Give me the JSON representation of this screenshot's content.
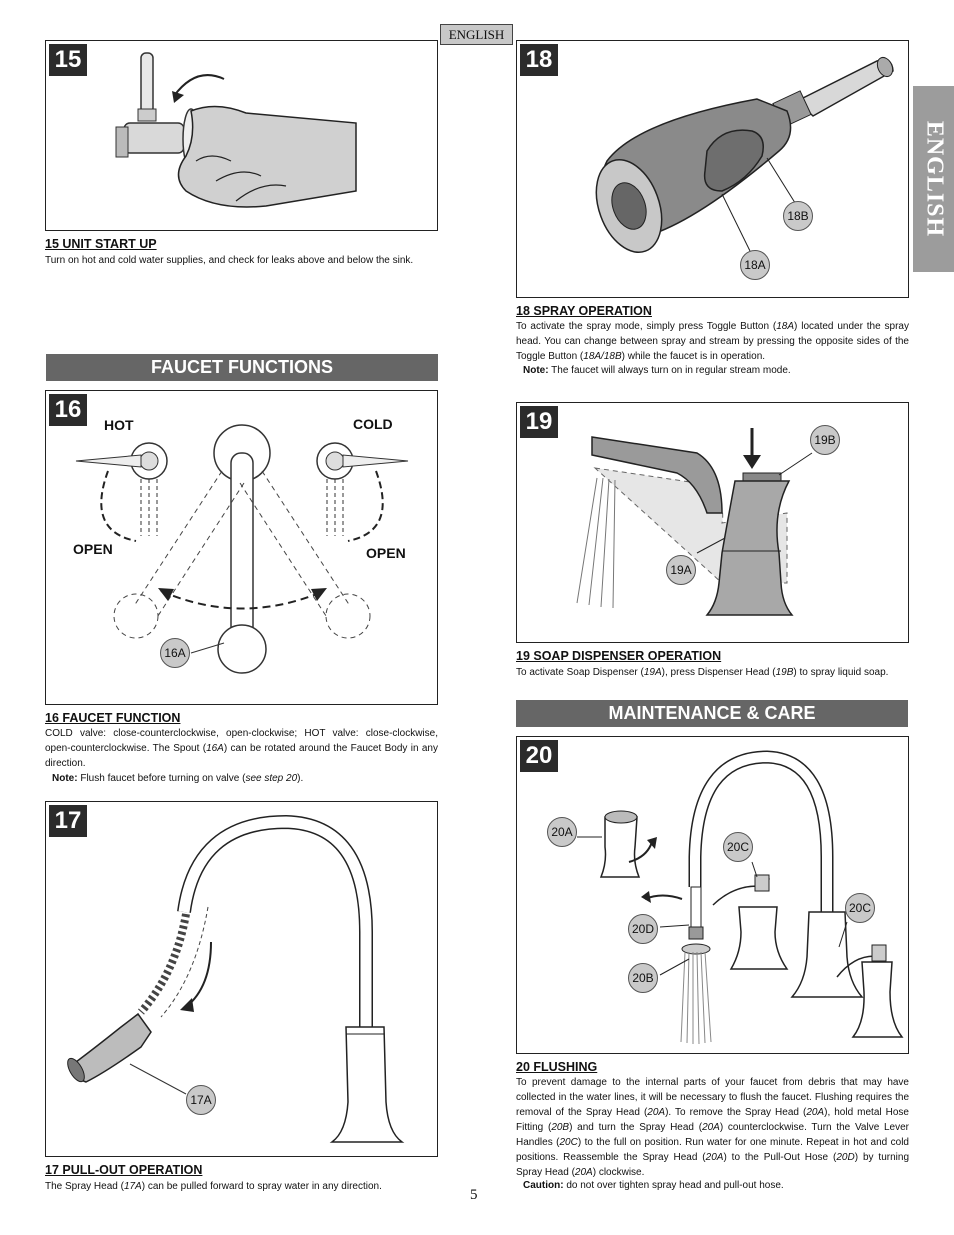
{
  "header": {
    "language_tab": "ENGLISH"
  },
  "side_tab": {
    "label": "ENGLISH"
  },
  "page_number": "5",
  "sections": {
    "faucet_functions": "FAUCET FUNCTIONS",
    "maintenance": "MAINTENANCE & CARE"
  },
  "steps": {
    "s15": {
      "num": "15",
      "title": "15  UNIT START UP",
      "text": "Turn on hot and cold water supplies, and check for leaks above and below the sink."
    },
    "s16": {
      "num": "16",
      "labels": {
        "hot": "HOT",
        "cold": "COLD",
        "open_left": "OPEN",
        "open_right": "OPEN",
        "c16a": "16A"
      },
      "title": "16  FAUCET FUNCTION",
      "text_a": "COLD valve: close-counterclockwise, open-clockwise; HOT valve: close-clockwise, open-counterclockwise. The Spout (",
      "ref": "16A",
      "text_b": ") can be rotated around the Faucet Body in any direction.",
      "note_label": "Note:",
      "note_a": " Flush faucet before turning on valve (",
      "note_ref": "see step 20",
      "note_b": ")."
    },
    "s17": {
      "num": "17",
      "labels": {
        "c17a": "17A"
      },
      "title": "17  PULL-OUT OPERATION",
      "text_a": "The Spray Head (",
      "ref": "17A",
      "text_b": ") can be pulled forward to spray water in any direction."
    },
    "s18": {
      "num": "18",
      "labels": {
        "c18a": "18A",
        "c18b": "18B"
      },
      "title": "18  SPRAY OPERATION",
      "text_a": "To activate the spray mode, simply press Toggle Button (",
      "ref1": "18A",
      "text_b": ") located under the spray head.  You can change between spray and stream by pressing the opposite sides of the Toggle Button (",
      "ref2": "18A/18B",
      "text_c": ") while the faucet is in operation.",
      "note_label": "Note:",
      "note": " The faucet will always turn on in regular stream mode."
    },
    "s19": {
      "num": "19",
      "labels": {
        "c19a": "19A",
        "c19b": "19B"
      },
      "title": "19  SOAP DISPENSER OPERATION",
      "text_a": "To activate Soap Dispenser (",
      "ref1": "19A",
      "text_b": "), press Dispenser Head (",
      "ref2": "19B",
      "text_c": ") to spray liquid soap."
    },
    "s20": {
      "num": "20",
      "labels": {
        "c20a": "20A",
        "c20b": "20B",
        "c20c1": "20C",
        "c20c2": "20C",
        "c20d": "20D"
      },
      "title": "20  FLUSHING",
      "t1": "To prevent damage to the internal parts of your faucet from debris that may have collected in the water lines, it will be necessary to flush the faucet.  Flushing requires the removal of the Spray Head (",
      "r1": "20A",
      "t2": ").  To remove the Spray Head (",
      "r2": "20A",
      "t3": "), hold metal Hose Fitting (",
      "r3": "20B",
      "t4": ") and turn the Spray Head (",
      "r4": "20A",
      "t5": ") counterclockwise.  Turn the Valve Lever Handles (",
      "r5": "20C",
      "t6": ") to the full on position.  Run water for one minute.  Repeat in hot and cold positions.  Reassemble the Spray Head (",
      "r6": "20A",
      "t7": ") to the Pull-Out Hose (",
      "r7": "20D",
      "t8": ") by turning Spray Head (",
      "r8": "20A",
      "t9": ") clockwise.",
      "caution_label": "Caution:",
      "caution": " do not over tighten spray head and pull-out hose."
    }
  }
}
